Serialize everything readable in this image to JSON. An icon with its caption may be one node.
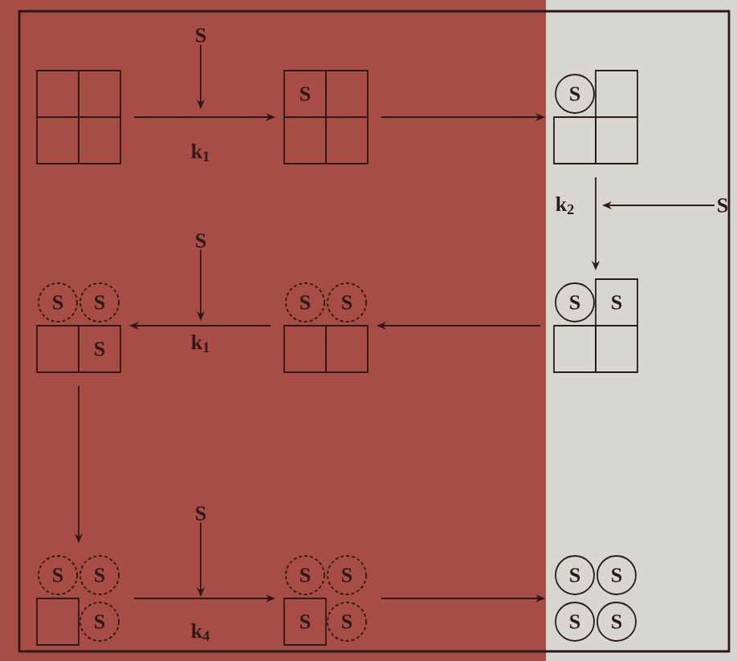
{
  "diagram": {
    "nodes": [
      {
        "text": [],
        "shape": "box"
      },
      {
        "text": [
          "S"
        ]
      },
      {
        "text": [
          "S"
        ]
      },
      {
        "text": [
          "S",
          "S"
        ]
      },
      {
        "text": [
          "S",
          "S"
        ]
      },
      {
        "text": [
          "S",
          "S",
          "S"
        ]
      },
      {
        "text": [
          "S",
          "S",
          "S"
        ]
      },
      {
        "text": [
          "S",
          "S",
          "S",
          "S"
        ]
      },
      {
        "text": [
          "S",
          "S",
          "S",
          "S"
        ]
      },
      {
        "text": [
          "S"
        ]
      },
      {
        "text": [
          "S"
        ]
      },
      {
        "text": [
          "S"
        ]
      },
      {
        "text": [
          "S"
        ]
      }
    ],
    "edges": [
      {
        "from": 0,
        "to": 1,
        "arrow": "to",
        "label": "k$_{1}$"
      },
      {
        "from": 1,
        "to": 2,
        "arrow": "to"
      },
      {
        "from": 2,
        "to": 3,
        "arrow": "to",
        "label": "k$_{2}$"
      },
      {
        "from": 3,
        "to": 4,
        "arrow": "to"
      },
      {
        "from": 4,
        "to": 5,
        "arrow": "to",
        "label": "k$_{1}$"
      },
      {
        "from": 5,
        "to": 6,
        "arrow": "to"
      },
      {
        "from": 6,
        "to": 7,
        "arrow": "to",
        "label": "k$_{4}$"
      },
      {
        "from": 7,
        "to": 8,
        "arrow": "to"
      },
      {
        "from": 9,
        "to": null,
        "arrow": "to"
      },
      {
        "from": 10,
        "to": null,
        "arrow": "to"
      },
      {
        "from": 11,
        "to": null,
        "arrow": "to"
      },
      {
        "from": 12,
        "to": null,
        "arrow": "to"
      }
    ]
  }
}
